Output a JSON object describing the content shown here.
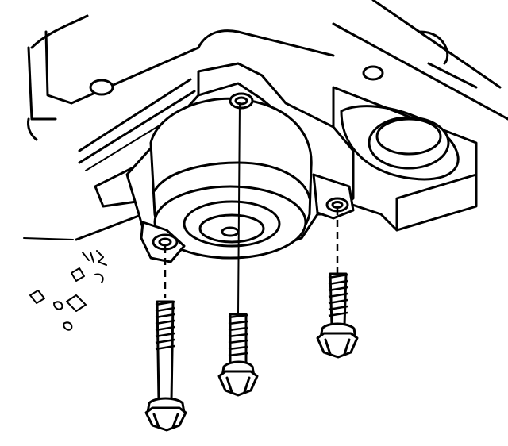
{
  "diagram": {
    "kind": "line-art exploded view",
    "components": [
      {
        "name": "mounting-housing"
      },
      {
        "name": "motor-assembly"
      },
      {
        "name": "mounting-bolt",
        "count": 3
      }
    ],
    "colors": {
      "line": "#000000",
      "background": "#ffffff"
    }
  }
}
